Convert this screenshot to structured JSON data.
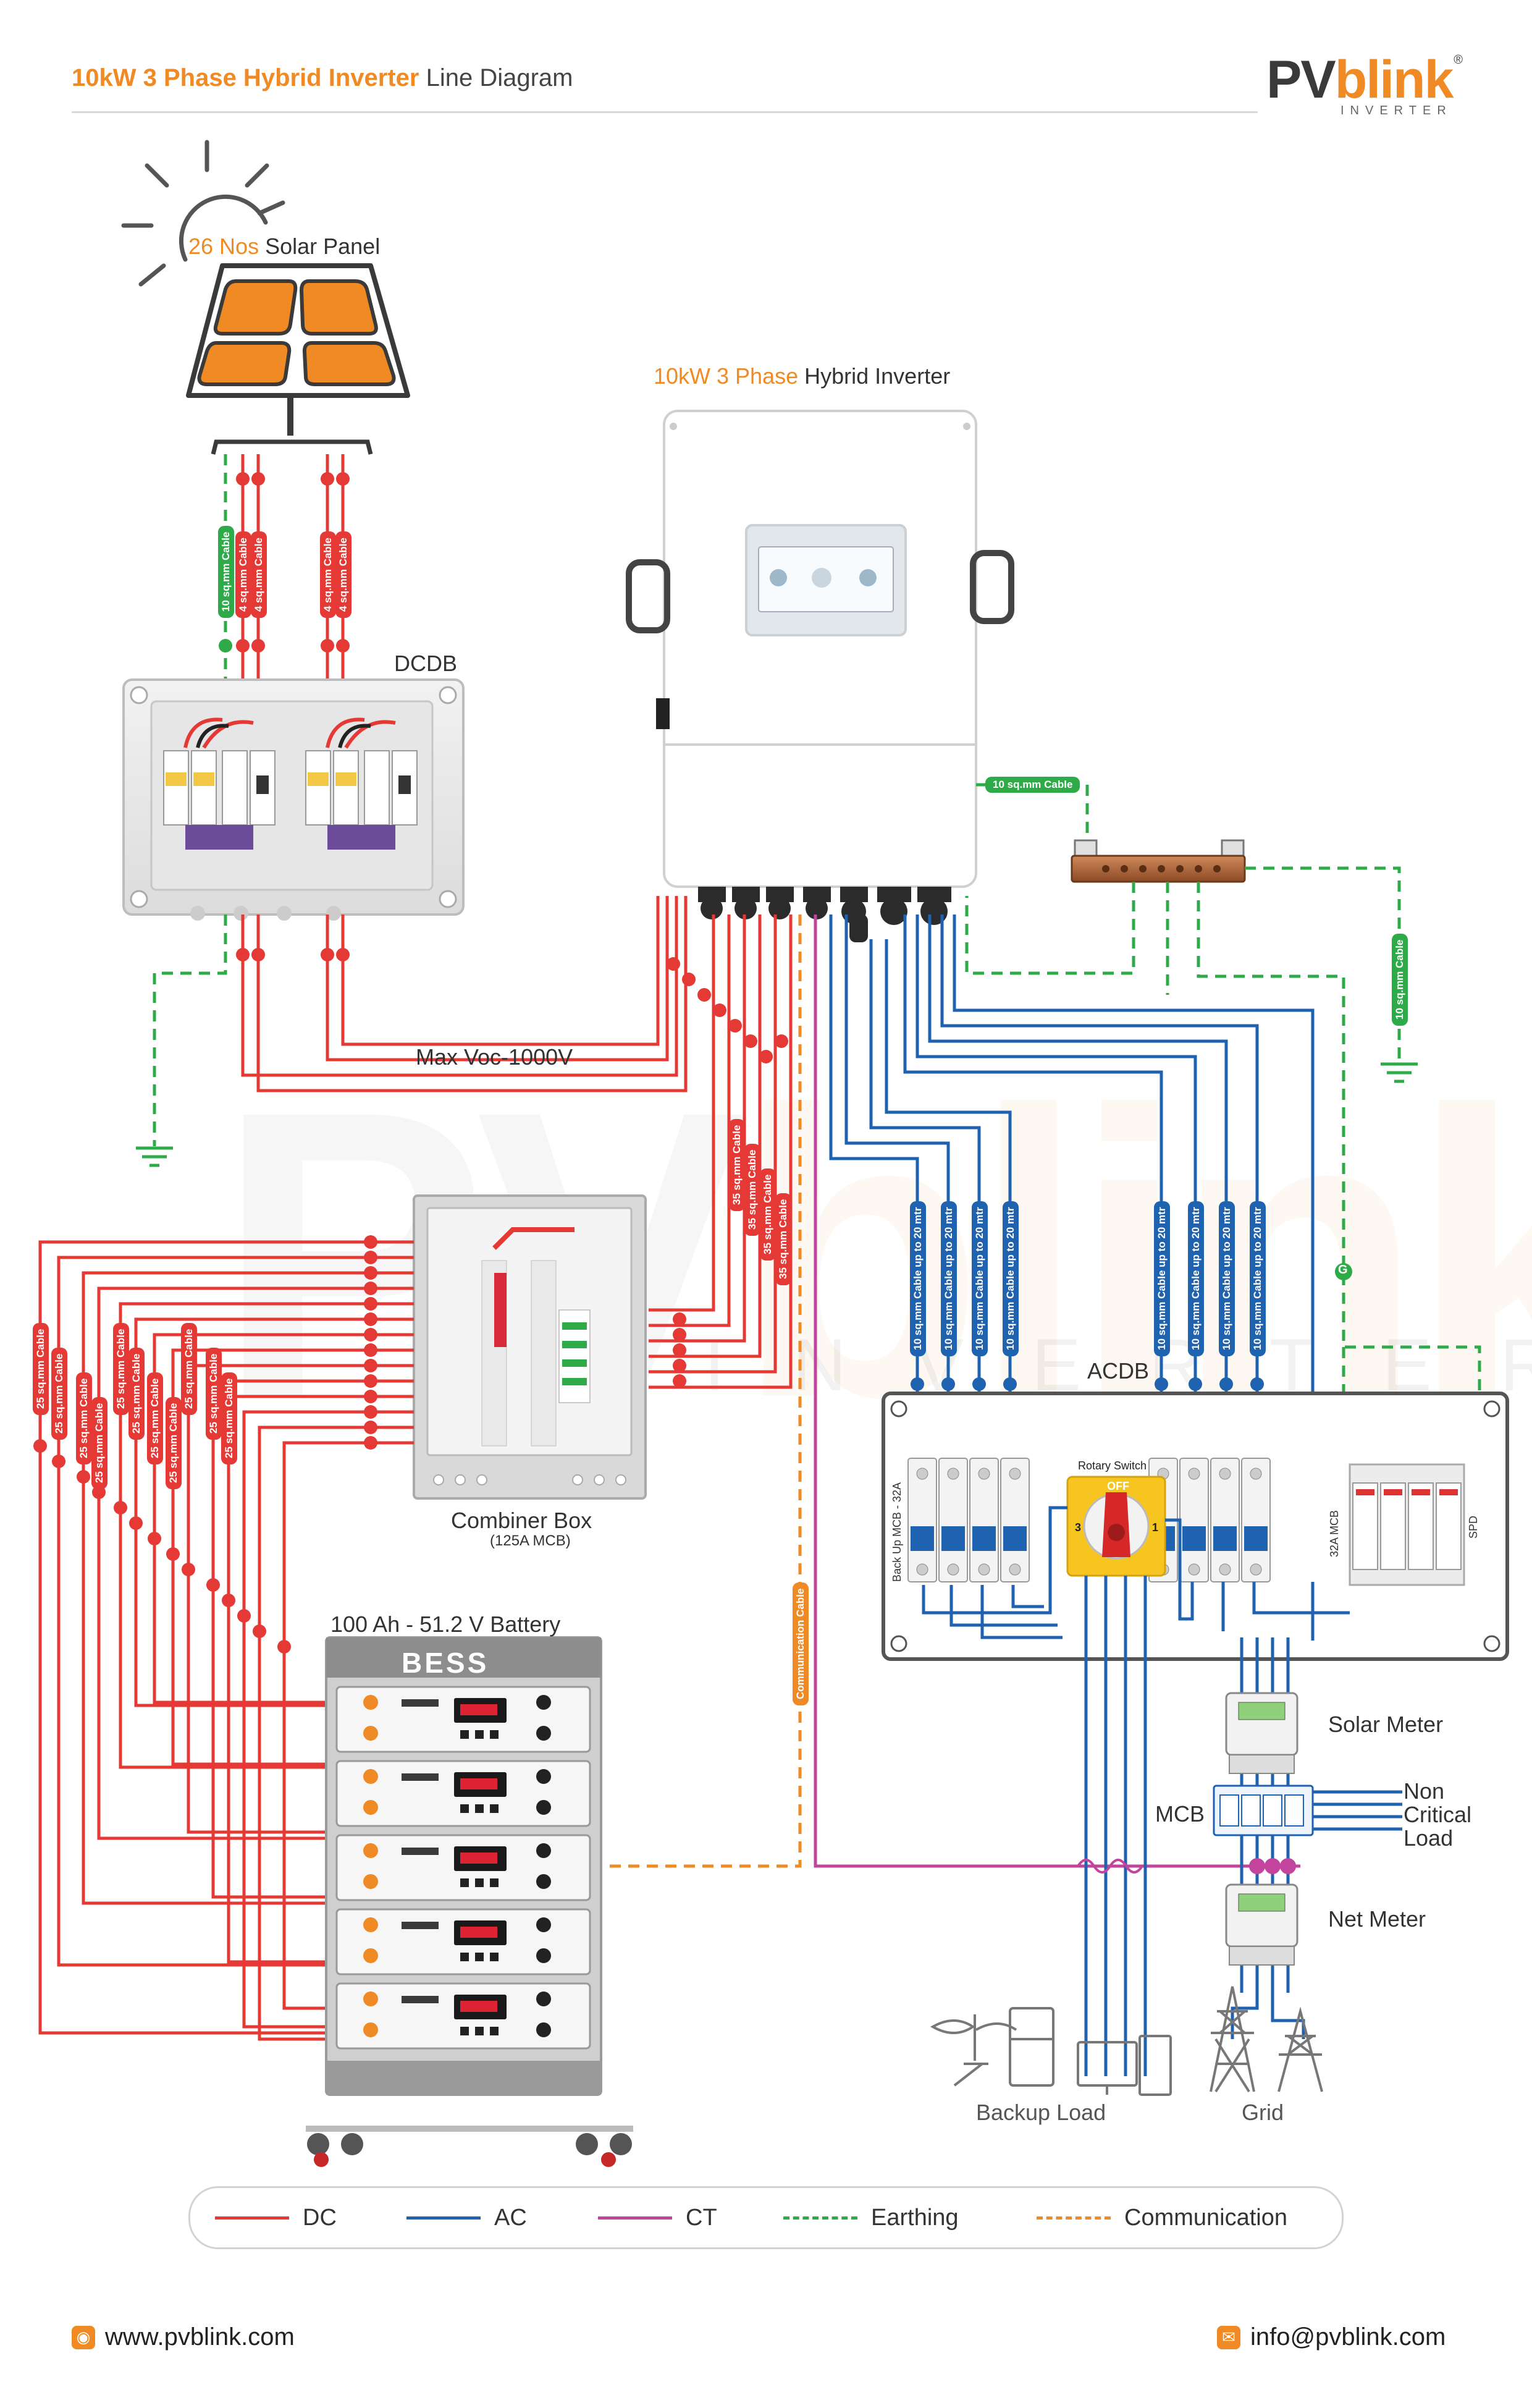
{
  "header": {
    "title_highlight": "10kW 3 Phase Hybrid Inverter",
    "title_rest": " Line Diagram"
  },
  "logo": {
    "pv": "PV",
    "blink": "blink",
    "sub": "INVERTER",
    "reg": "®"
  },
  "watermark": {
    "main_a": "PV",
    "main_b": "blink",
    "sub": "INVERTER"
  },
  "components": {
    "solar_panel": {
      "qty": "26 Nos",
      "name": " Solar Panel"
    },
    "inverter": {
      "highlight": "10kW 3 Phase",
      "name": " Hybrid Inverter"
    },
    "dcdb": "DCDB",
    "max_voc": "Max Voc-1000V",
    "combiner_box": "Combiner Box",
    "combiner_sub": "(125A MCB)",
    "battery": "100 Ah - 51.2 V Battery",
    "bess": "BESS",
    "acdb": "ACDB",
    "rotary_switch": "Rotary Switch",
    "rotary_off": "OFF",
    "rotary_3": "3",
    "rotary_1": "1",
    "backup_mcb": "Back Up MCB - 32A",
    "mcb_32a": "32A MCB",
    "spd": "SPD",
    "solar_meter": "Solar Meter",
    "mcb": "MCB",
    "non_critical_load": [
      "Non",
      "Critical",
      "Load"
    ],
    "net_meter": "Net Meter",
    "backup_load": "Backup Load",
    "grid": "Grid",
    "ground_marker": "G"
  },
  "cables": {
    "pv_earth": "10 sq.mm Cable",
    "pv_dc": "4 sq.mm Cable",
    "inverter_earth": "10 sq.mm Cable",
    "busbar_earth": "10 sq.mm Cable",
    "battery_to_inverter": "35 sq.mm Cable",
    "battery_string": "25 sq.mm Cable",
    "ac_cable": "10 sq.mm Cable up to 20 mtr",
    "communication": "Communication Cable"
  },
  "legend": [
    {
      "label": "DC",
      "color": "#e53935",
      "style": "solid"
    },
    {
      "label": "AC",
      "color": "#1e62b0",
      "style": "solid"
    },
    {
      "label": "CT",
      "color": "#c2449c",
      "style": "solid"
    },
    {
      "label": "Earthing",
      "color": "#2eaa49",
      "style": "dashed"
    },
    {
      "label": "Communication",
      "color": "#f08a24",
      "style": "dashed"
    }
  ],
  "footer": {
    "website": "www.pvblink.com",
    "email": "info@pvblink.com",
    "web_icon": "globe-icon",
    "mail_icon": "mail-icon"
  },
  "colors": {
    "dc": "#e53935",
    "ac": "#1e62b0",
    "ct": "#c2449c",
    "earth": "#2eaa49",
    "comm": "#f08a24",
    "accent": "#f08a24"
  }
}
